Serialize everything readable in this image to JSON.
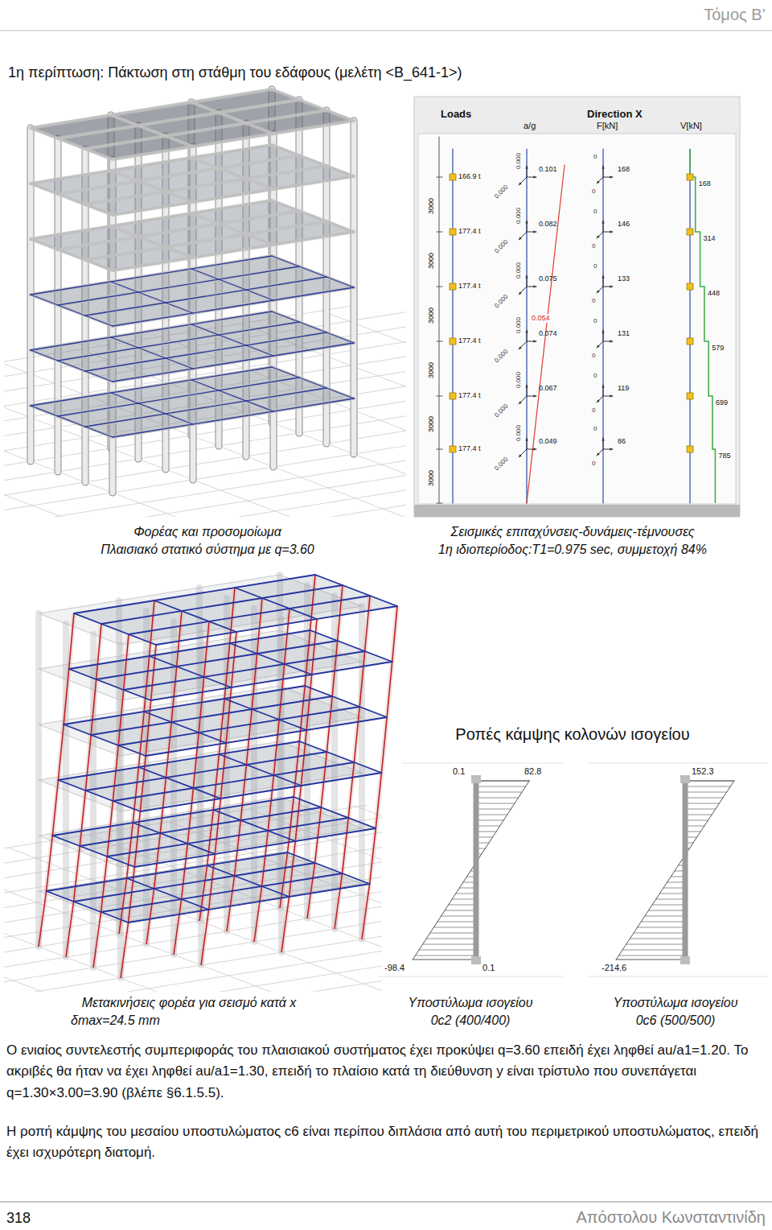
{
  "diagram": {
    "title": "1η περίπτωση: Πάκτωση στη στάθμη του εδάφους (μελέτη <Β_641-1>)",
    "labels": [
      "Τόμος Β’",
      "Loads",
      "Direction X",
      "a/g",
      "F[kN]",
      "V[kN]",
      "3000",
      "3000",
      "3000",
      "3000",
      "3000",
      "3000",
      "166.9 t",
      "177.4 t",
      "177.4 t",
      "177.4 t",
      "177.4 t",
      "177.4 t",
      "0.101",
      "0.082",
      "0.075",
      "0.074",
      "0.067",
      "0.049",
      "0.054",
      "0.000",
      "0.000",
      "0.000",
      "0.000",
      "0.000",
      "0.000",
      "0.000",
      "0.000",
      "0.000",
      "0.000",
      "0.000",
      "0.000",
      "168",
      "146",
      "133",
      "131",
      "119",
      "86",
      "0",
      "0",
      "0",
      "0",
      "0",
      "0",
      "0",
      "0",
      "0",
      "0",
      "0",
      "0",
      "168",
      "314",
      "448",
      "579",
      "699",
      "785",
      "Φορέας και προσομοίωμα",
      "Πλαισιακό στατικό σύστημα με q=3.60",
      "Σεισμικές επιταχύνσεις-δυνάμεις-τέμνουσες",
      "1η ιδιοπερίοδος:T1=0.975 sec, συμμετοχή 84%",
      "Ροπές κάμψης κολονών ισογείου",
      "0.1",
      "82.8",
      "-98.4",
      "0.1",
      "152.3",
      "-214.6",
      "Μετακινήσεις φορέα για σεισμό κατά x",
      "δmax=24.5 mm",
      "Υποστύλωμα ισογείου",
      "0c2 (400/400)",
      "Υποστύλωμα ισογείου",
      "0c6 (500/500)",
      "Ο ενιαίος συντελεστής συμπεριφοράς του πλαισιακού συστήματος έχει προκύψει q=3.60 επειδή έχει ληφθεί au/a1=1.20. Το ακριβές θα ήταν να έχει ληφθεί au/a1=1.30, επειδή το πλαίσιο κατά τη διεύθυνση y είναι τρίστυλο που συνεπάγεται q=1.30×3.00=3.90 (βλέπε §6.1.5.5).",
      "Η ροπή κάμψης του μεσαίου υποστυλώματος c6 είναι περίπου διπλάσια από αυτή του περιμετρικού υποστυλώματος, επειδή έχει ισχυρότερη διατομή.",
      "318",
      "Απόστολου Κωνσταντινίδη"
    ]
  }
}
